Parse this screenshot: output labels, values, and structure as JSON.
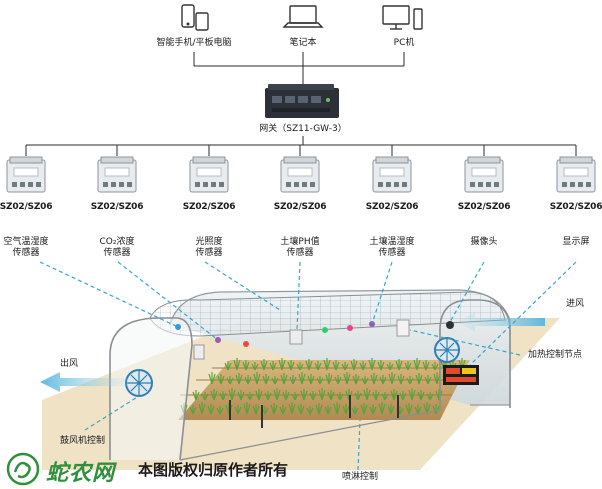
{
  "clients": [
    {
      "label": "智能手机/平板电脑",
      "icon": "smartphone-tablet-icon"
    },
    {
      "label": "笔记本",
      "icon": "laptop-icon"
    },
    {
      "label": "PC机",
      "icon": "desktop-pc-icon"
    }
  ],
  "gateway": {
    "label": "网关（SZ11-GW-3）",
    "icon": "gateway-device-icon"
  },
  "sensors": [
    {
      "model": "SZ02/SZ06",
      "name_line1": "空气温湿度",
      "name_line2": "传感器"
    },
    {
      "model": "SZ02/SZ06",
      "name_line1": "CO₂浓度",
      "name_line2": "传感器"
    },
    {
      "model": "SZ02/SZ06",
      "name_line1": "光照度",
      "name_line2": "传感器"
    },
    {
      "model": "SZ02/SZ06",
      "name_line1": "土壤PH值",
      "name_line2": "传感器"
    },
    {
      "model": "SZ02/SZ06",
      "name_line1": "土壤温湿度",
      "name_line2": "传感器"
    },
    {
      "model": "SZ02/SZ06",
      "name_line1": "摄像头",
      "name_line2": ""
    },
    {
      "model": "SZ02/SZ06",
      "name_line1": "显示屏",
      "name_line2": ""
    }
  ],
  "greenhouse": {
    "air_in": "进风",
    "air_out": "出风",
    "heating_node": "加热控制节点",
    "fan_control": "鼓风机控制",
    "sprinkler": "喷淋控制"
  },
  "footer": {
    "brand": "蛇农网",
    "copyright": "本图版权归原作者所有"
  },
  "colors": {
    "wire": "#2b2b2b",
    "dash": "#3aa6c8",
    "soil": "#c9a46a",
    "plant": "#5aa33a",
    "frame": "#8a8f94",
    "brand": "#2f8f3a"
  }
}
